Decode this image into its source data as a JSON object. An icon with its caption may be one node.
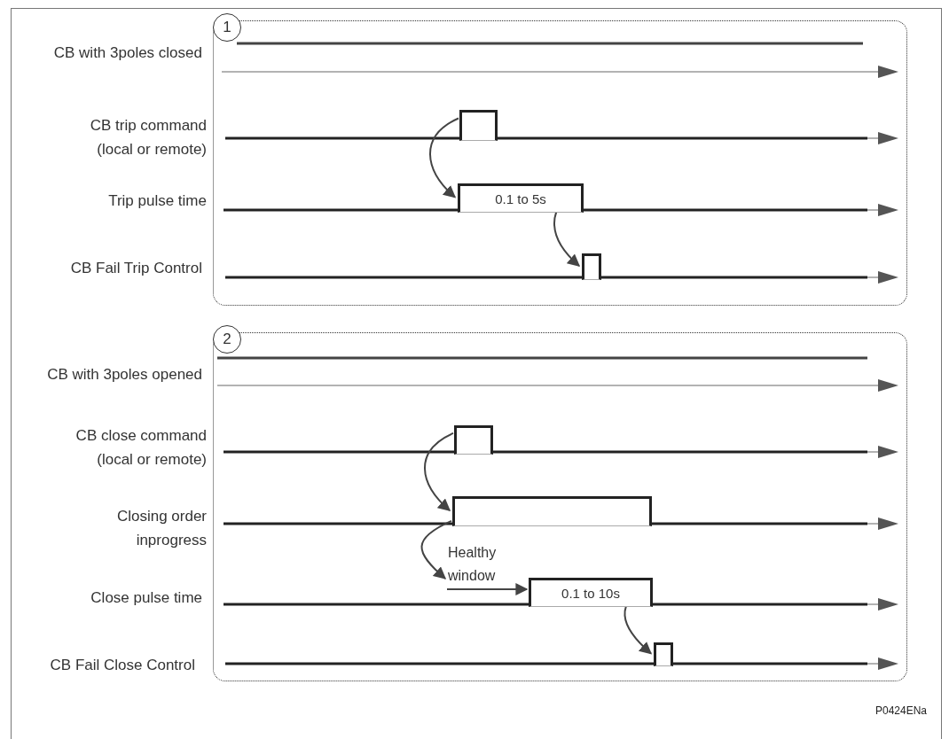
{
  "diagram": {
    "nodes": [
      {
        "text": [
          "1"
        ]
      },
      {
        "text": [],
        "shape": "bar",
        "in": 0
      },
      {
        "text": [
          "0.1 to 5s"
        ],
        "in": 0
      },
      {
        "text": [],
        "shape": "bar",
        "in": 0
      },
      {
        "text": [
          "2"
        ]
      },
      {
        "text": [],
        "shape": "bar",
        "in": 4
      },
      {
        "text": [],
        "shape": "bar",
        "in": 4
      },
      {
        "text": [
          "Healthy window"
        ],
        "in": 4
      },
      {
        "text": [
          "0.1 to 10s"
        ],
        "in": 4
      },
      {
        "text": [],
        "shape": "bar",
        "in": 4
      }
    ],
    "edges": [
      {
        "from": 1,
        "to": 2,
        "arrow": "to"
      },
      {
        "from": 2,
        "to": 3,
        "arrow": "to"
      },
      {
        "from": 5,
        "to": 6,
        "arrow": "to"
      },
      {
        "from": 6,
        "to": 7,
        "arrow": "to"
      },
      {
        "from": 7,
        "to": 8,
        "arrow": "to"
      },
      {
        "from": 8,
        "to": 9,
        "arrow": "to"
      }
    ],
    "labels": [
      "CB with 3poles closed",
      "CB trip command (local or remote)",
      "Trip pulse time",
      "CB Fail Trip Control",
      "CB with 3poles opened",
      "CB close command (local or remote)",
      "Closing order inprogress",
      "Close pulse time",
      "CB Fail Close Control",
      "P0424ENa"
    ]
  }
}
